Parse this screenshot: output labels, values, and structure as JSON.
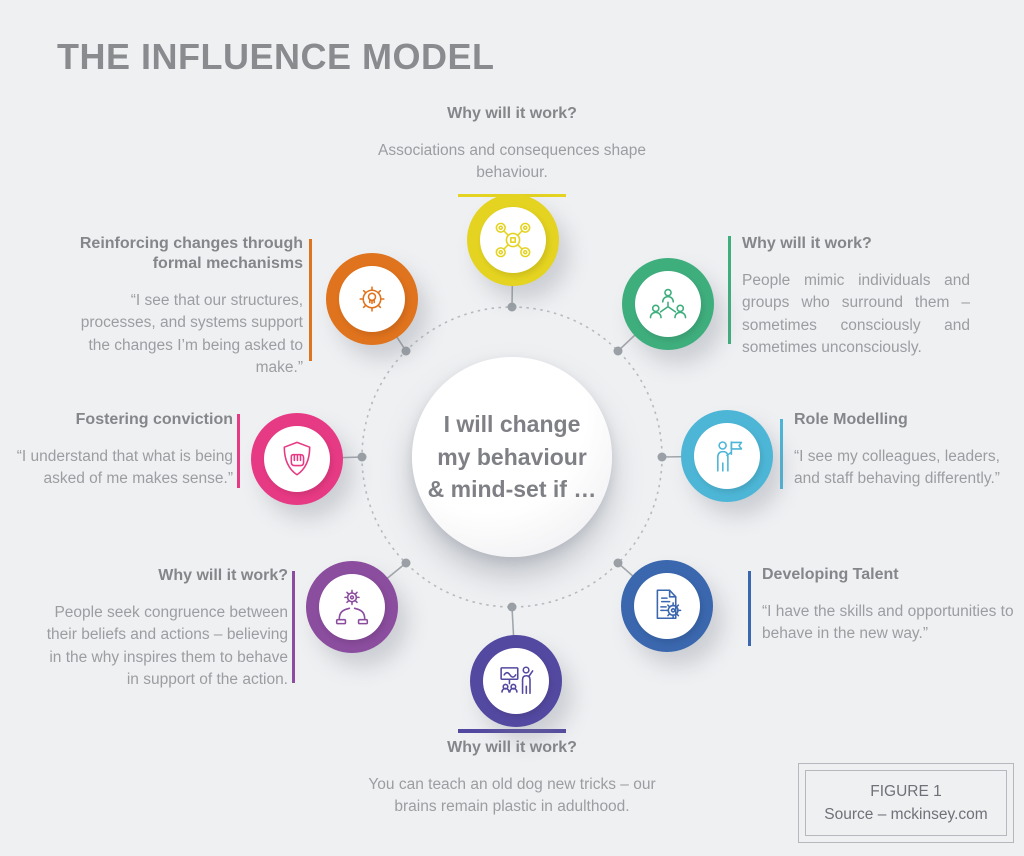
{
  "title": "THE INFLUENCE MODEL",
  "background": "#eff0f2",
  "center": {
    "lines": [
      "I will change",
      "my behaviour",
      "& mind-set if …"
    ]
  },
  "sections": {
    "understanding": {
      "heading": "Why will it work?",
      "body": "Associations and consequences shape behaviour.",
      "color": "#e4d320",
      "icon": "coins-network-icon"
    },
    "mimicry": {
      "heading": "Why will it work?",
      "body": "People mimic individuals and groups who surround them – sometimes consciously and sometimes unconsciously.",
      "color": "#3fae7d",
      "icon": "org-chart-icon"
    },
    "role_modelling": {
      "heading": "Role Modelling",
      "body": "“I see my colleagues, leaders, and staff behaving differently.”",
      "color": "#4db6d6",
      "icon": "person-flag-icon"
    },
    "developing_talent": {
      "heading": "Developing Talent",
      "body": "“I have the skills and opportunities to behave in the new way.”",
      "color": "#3a67ae",
      "icon": "document-gear-icon"
    },
    "plasticity": {
      "heading": "Why will it work?",
      "body": "You can teach an old dog new tricks – our brains remain plastic in adulthood.",
      "color": "#5449a1",
      "icon": "presenter-training-icon"
    },
    "congruence": {
      "heading": "Why will it work?",
      "body": "People seek congruence between their beliefs and actions – believing in the why inspires them to behave in support of the action.",
      "color": "#8b4d9e",
      "icon": "hands-gear-icon"
    },
    "fostering_conviction": {
      "heading": "Fostering conviction",
      "body": "“I understand that what is being asked of me makes sense.”",
      "color": "#e73a84",
      "icon": "shield-fist-icon"
    },
    "formal_mechanisms": {
      "heading": "Reinforcing changes through formal mechanisms",
      "body": "“I see that our structures, processes, and systems support the changes I’m being asked to make.”",
      "color": "#e0731d",
      "icon": "gear-bulb-icon"
    }
  },
  "figure": {
    "label": "FIGURE 1",
    "source": "Source – mckinsey.com"
  }
}
